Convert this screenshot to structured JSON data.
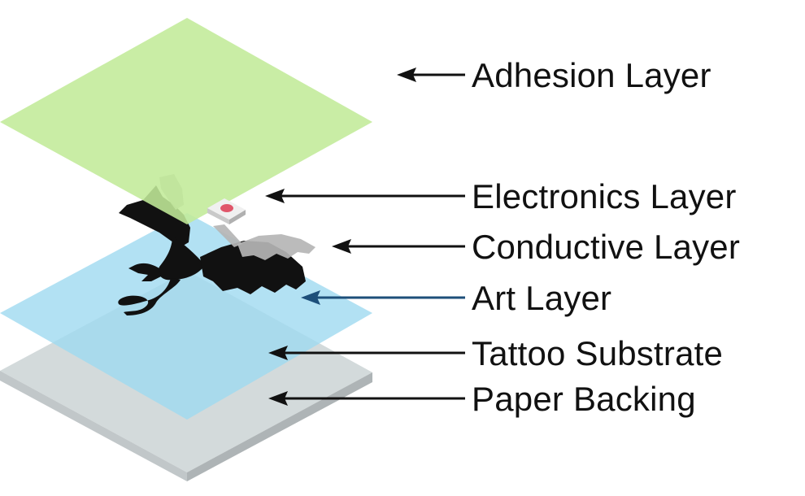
{
  "labels": {
    "adhesion": "Adhesion Layer",
    "electronics": "Electronics Layer",
    "conductive": "Conductive Layer",
    "art": "Art Layer",
    "substrate": "Tattoo Substrate",
    "backing": "Paper Backing"
  },
  "colors": {
    "adhesion_fill": "#c6ec9e",
    "substrate_fill": "#aee0f2",
    "backing_top": "#d3dadb",
    "backing_side": "#c1c7c9",
    "art_fill": "#111111",
    "conductive_fill": "#b5b5b5",
    "electronics_chip": "#f0f0f0",
    "electronics_dot": "#e0566a",
    "arrow": "#111111",
    "art_arrow": "#1d4f7a"
  }
}
